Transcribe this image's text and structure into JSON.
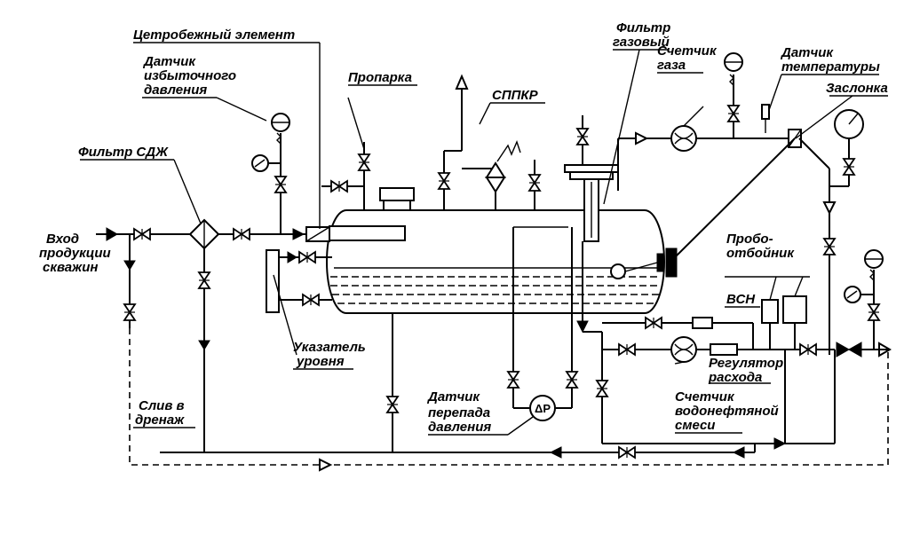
{
  "labels": {
    "centrifugal": "Цетробежный элемент",
    "pressure_sensor_1": "Датчик",
    "pressure_sensor_2": "избыточного",
    "pressure_sensor_3": "давления",
    "steaming": "Пропарка",
    "sppkr": "СППКР",
    "gas_filter_1": "Фильтр",
    "gas_filter_2": "газовый",
    "gas_meter_1": "Счетчик",
    "gas_meter_2": "газа",
    "temp_sensor_1": "Датчик",
    "temp_sensor_2": "температуры",
    "damper": "Заслонка",
    "sdzh_filter": "Фильтр СДЖ",
    "inlet_1": "Вход",
    "inlet_2": "продукции",
    "inlet_3": "скважин",
    "sampler_1": "Пробо-",
    "sampler_2": "отбойник",
    "vsn": "ВСН",
    "level_indicator_1": "Указатель",
    "level_indicator_2": "уровня",
    "flow_regulator_1": "Регулятор",
    "flow_regulator_2": "расхода",
    "diff_pressure_1": "Датчик",
    "diff_pressure_2": "перепада",
    "diff_pressure_3": "давления",
    "oil_water_meter_1": "Счетчик",
    "oil_water_meter_2": "водонефтяной",
    "oil_water_meter_3": "смеси",
    "drain_1": "Слив в",
    "drain_2": "дренаж",
    "dp_symbol": "ΔP"
  }
}
